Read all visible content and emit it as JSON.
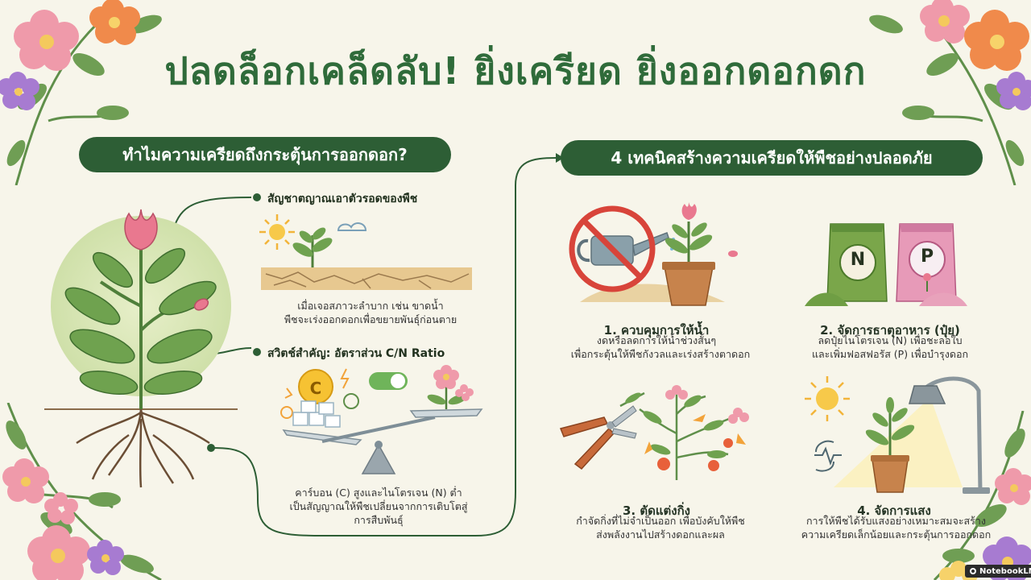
{
  "title": "ปลดล็อกเคล็ดลับ! ยิ่งเครียด ยิ่งออกดอกดก",
  "left_section": {
    "heading": "ทำไมความเครียดถึงกระตุ้นการออกดอก?",
    "point1": {
      "label": "สัญชาตญาณเอาตัวรอดของพืช",
      "line1": "เมื่อเจอสภาวะลำบาก เช่น ขาดน้ำ",
      "line2": "พืชจะเร่งออกดอกเพื่อขยายพันธุ์ก่อนตาย"
    },
    "point2": {
      "label": "สวิตช์สำคัญ: อัตราส่วน C/N Ratio",
      "c_symbol": "C",
      "line1": "คาร์บอน (C) สูงและไนโตรเจน (N) ต่ำ",
      "line2": "เป็นสัญญาณให้พืชเปลี่ยนจากการเติบโตสู่",
      "line3": "การสืบพันธุ์"
    }
  },
  "right_section": {
    "heading": "4 เทคนิคสร้างความเครียดให้พืชอย่างปลอดภัย",
    "techniques": [
      {
        "title": "1. ควบคุมการให้น้ำ",
        "line1": "งดหรือลดการให้น้ำช่วงสั้นๆ",
        "line2": "เพื่อกระตุ้นให้พืชกังวลและเร่งสร้างตาดอก"
      },
      {
        "title": "2. จัดการธาตุอาหาร (ปุ๋ย)",
        "line1": "ลดปุ๋ยไนโตรเจน (N) เพื่อชะลอใบ",
        "line2": "และเพิ่มฟอสฟอรัส (P) เพื่อบำรุงดอก",
        "bag_n": "N",
        "bag_p": "P"
      },
      {
        "title": "3. ตัดแต่งกิ่ง",
        "line1": "กำจัดกิ่งที่ไม่จำเป็นออก เพื่อบังคับให้พืช",
        "line2": "ส่งพลังงานไปสร้างดอกและผล"
      },
      {
        "title": "4. จัดการแสง",
        "line1": "การให้พืชได้รับแสงอย่างเหมาะสมจะสร้าง",
        "line2": "ความเครียดเล็กน้อยและกระตุ้นการออกดอก"
      }
    ]
  },
  "watermark": "NotebookLM",
  "colors": {
    "primary": "#2d5e35",
    "title": "#2f6b3a",
    "background": "#f7f5ea",
    "flower_pink": "#e98aa0",
    "flower_orange": "#f08a4b",
    "flower_purple": "#a77bd1"
  }
}
